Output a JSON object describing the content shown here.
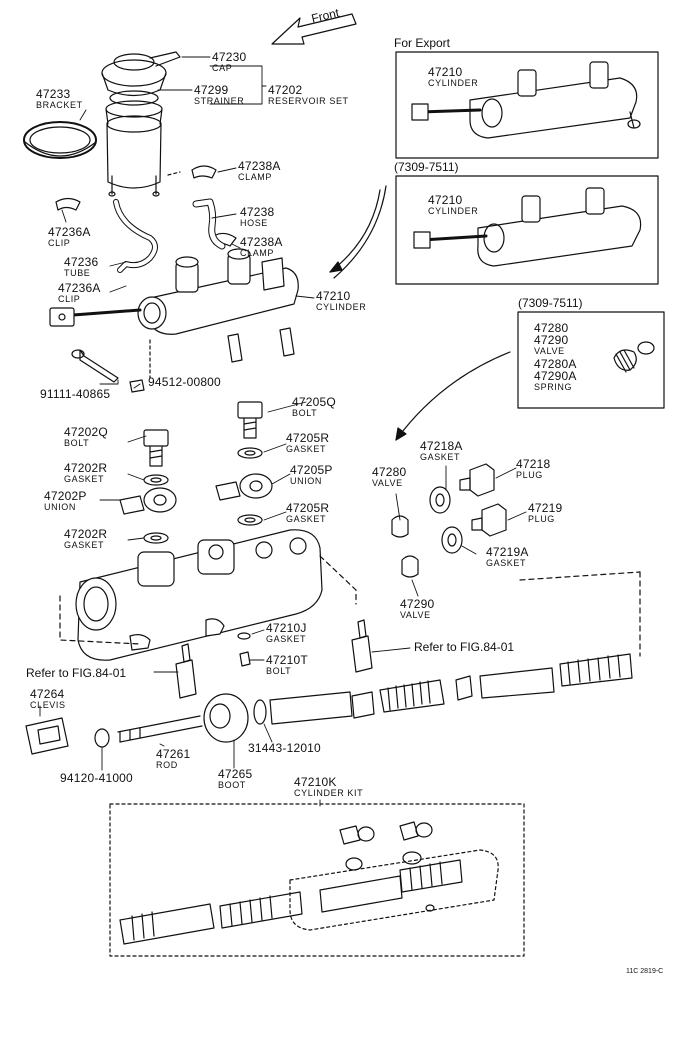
{
  "front_label": "Front",
  "headers": {
    "for_export": "For Export",
    "serial_1": "(7309-7511)",
    "serial_2": "(7309-7511)"
  },
  "callouts": [
    {
      "num": "47230",
      "name": "CAP"
    },
    {
      "num": "47299",
      "name": "STRAINER"
    },
    {
      "num": "47202",
      "name": "RESERVOIR SET"
    },
    {
      "num": "47233",
      "name": "BRACKET"
    },
    {
      "num": "47238A",
      "name": "CLAMP"
    },
    {
      "num": "47236A",
      "name": "CLIP"
    },
    {
      "num": "47238",
      "name": "HOSE"
    },
    {
      "num": "47238A",
      "name": "CLAMP"
    },
    {
      "num": "47236",
      "name": "TUBE"
    },
    {
      "num": "47236A",
      "name": "CLIP"
    },
    {
      "num": "47210",
      "name": "CYLINDER"
    },
    {
      "num": "91111-40865",
      "name": ""
    },
    {
      "num": "94512-00800",
      "name": ""
    },
    {
      "num": "47210",
      "name": "CYLINDER"
    },
    {
      "num": "47210",
      "name": "CYLINDER"
    },
    {
      "num": "47280",
      "name": ""
    },
    {
      "num": "47290",
      "name": "VALVE"
    },
    {
      "num": "47280A",
      "name": ""
    },
    {
      "num": "47290A",
      "name": "SPRING"
    },
    {
      "num": "47205Q",
      "name": "BOLT"
    },
    {
      "num": "47202Q",
      "name": "BOLT"
    },
    {
      "num": "47205R",
      "name": "GASKET"
    },
    {
      "num": "47202R",
      "name": "GASKET"
    },
    {
      "num": "47205P",
      "name": "UNION"
    },
    {
      "num": "47202P",
      "name": "UNION"
    },
    {
      "num": "47205R",
      "name": "GASKET"
    },
    {
      "num": "47202R",
      "name": "GASKET"
    },
    {
      "num": "47218A",
      "name": "GASKET"
    },
    {
      "num": "47218",
      "name": "PLUG"
    },
    {
      "num": "47280",
      "name": "VALVE"
    },
    {
      "num": "47219",
      "name": "PLUG"
    },
    {
      "num": "47219A",
      "name": "GASKET"
    },
    {
      "num": "47290",
      "name": "VALVE"
    },
    {
      "num": "47210J",
      "name": "GASKET"
    },
    {
      "num": "47210T",
      "name": "BOLT"
    },
    {
      "num": "47264",
      "name": "CLEVIS"
    },
    {
      "num": "47261",
      "name": "ROD"
    },
    {
      "num": "94120-41000",
      "name": ""
    },
    {
      "num": "47265",
      "name": "BOOT"
    },
    {
      "num": "31443-12010",
      "name": ""
    },
    {
      "num": "47210K",
      "name": "CYLINDER KIT"
    }
  ],
  "refer": [
    "Refer to FIG.84-01",
    "Refer to FIG.84-01"
  ],
  "figure_code": "11C 2819-C"
}
